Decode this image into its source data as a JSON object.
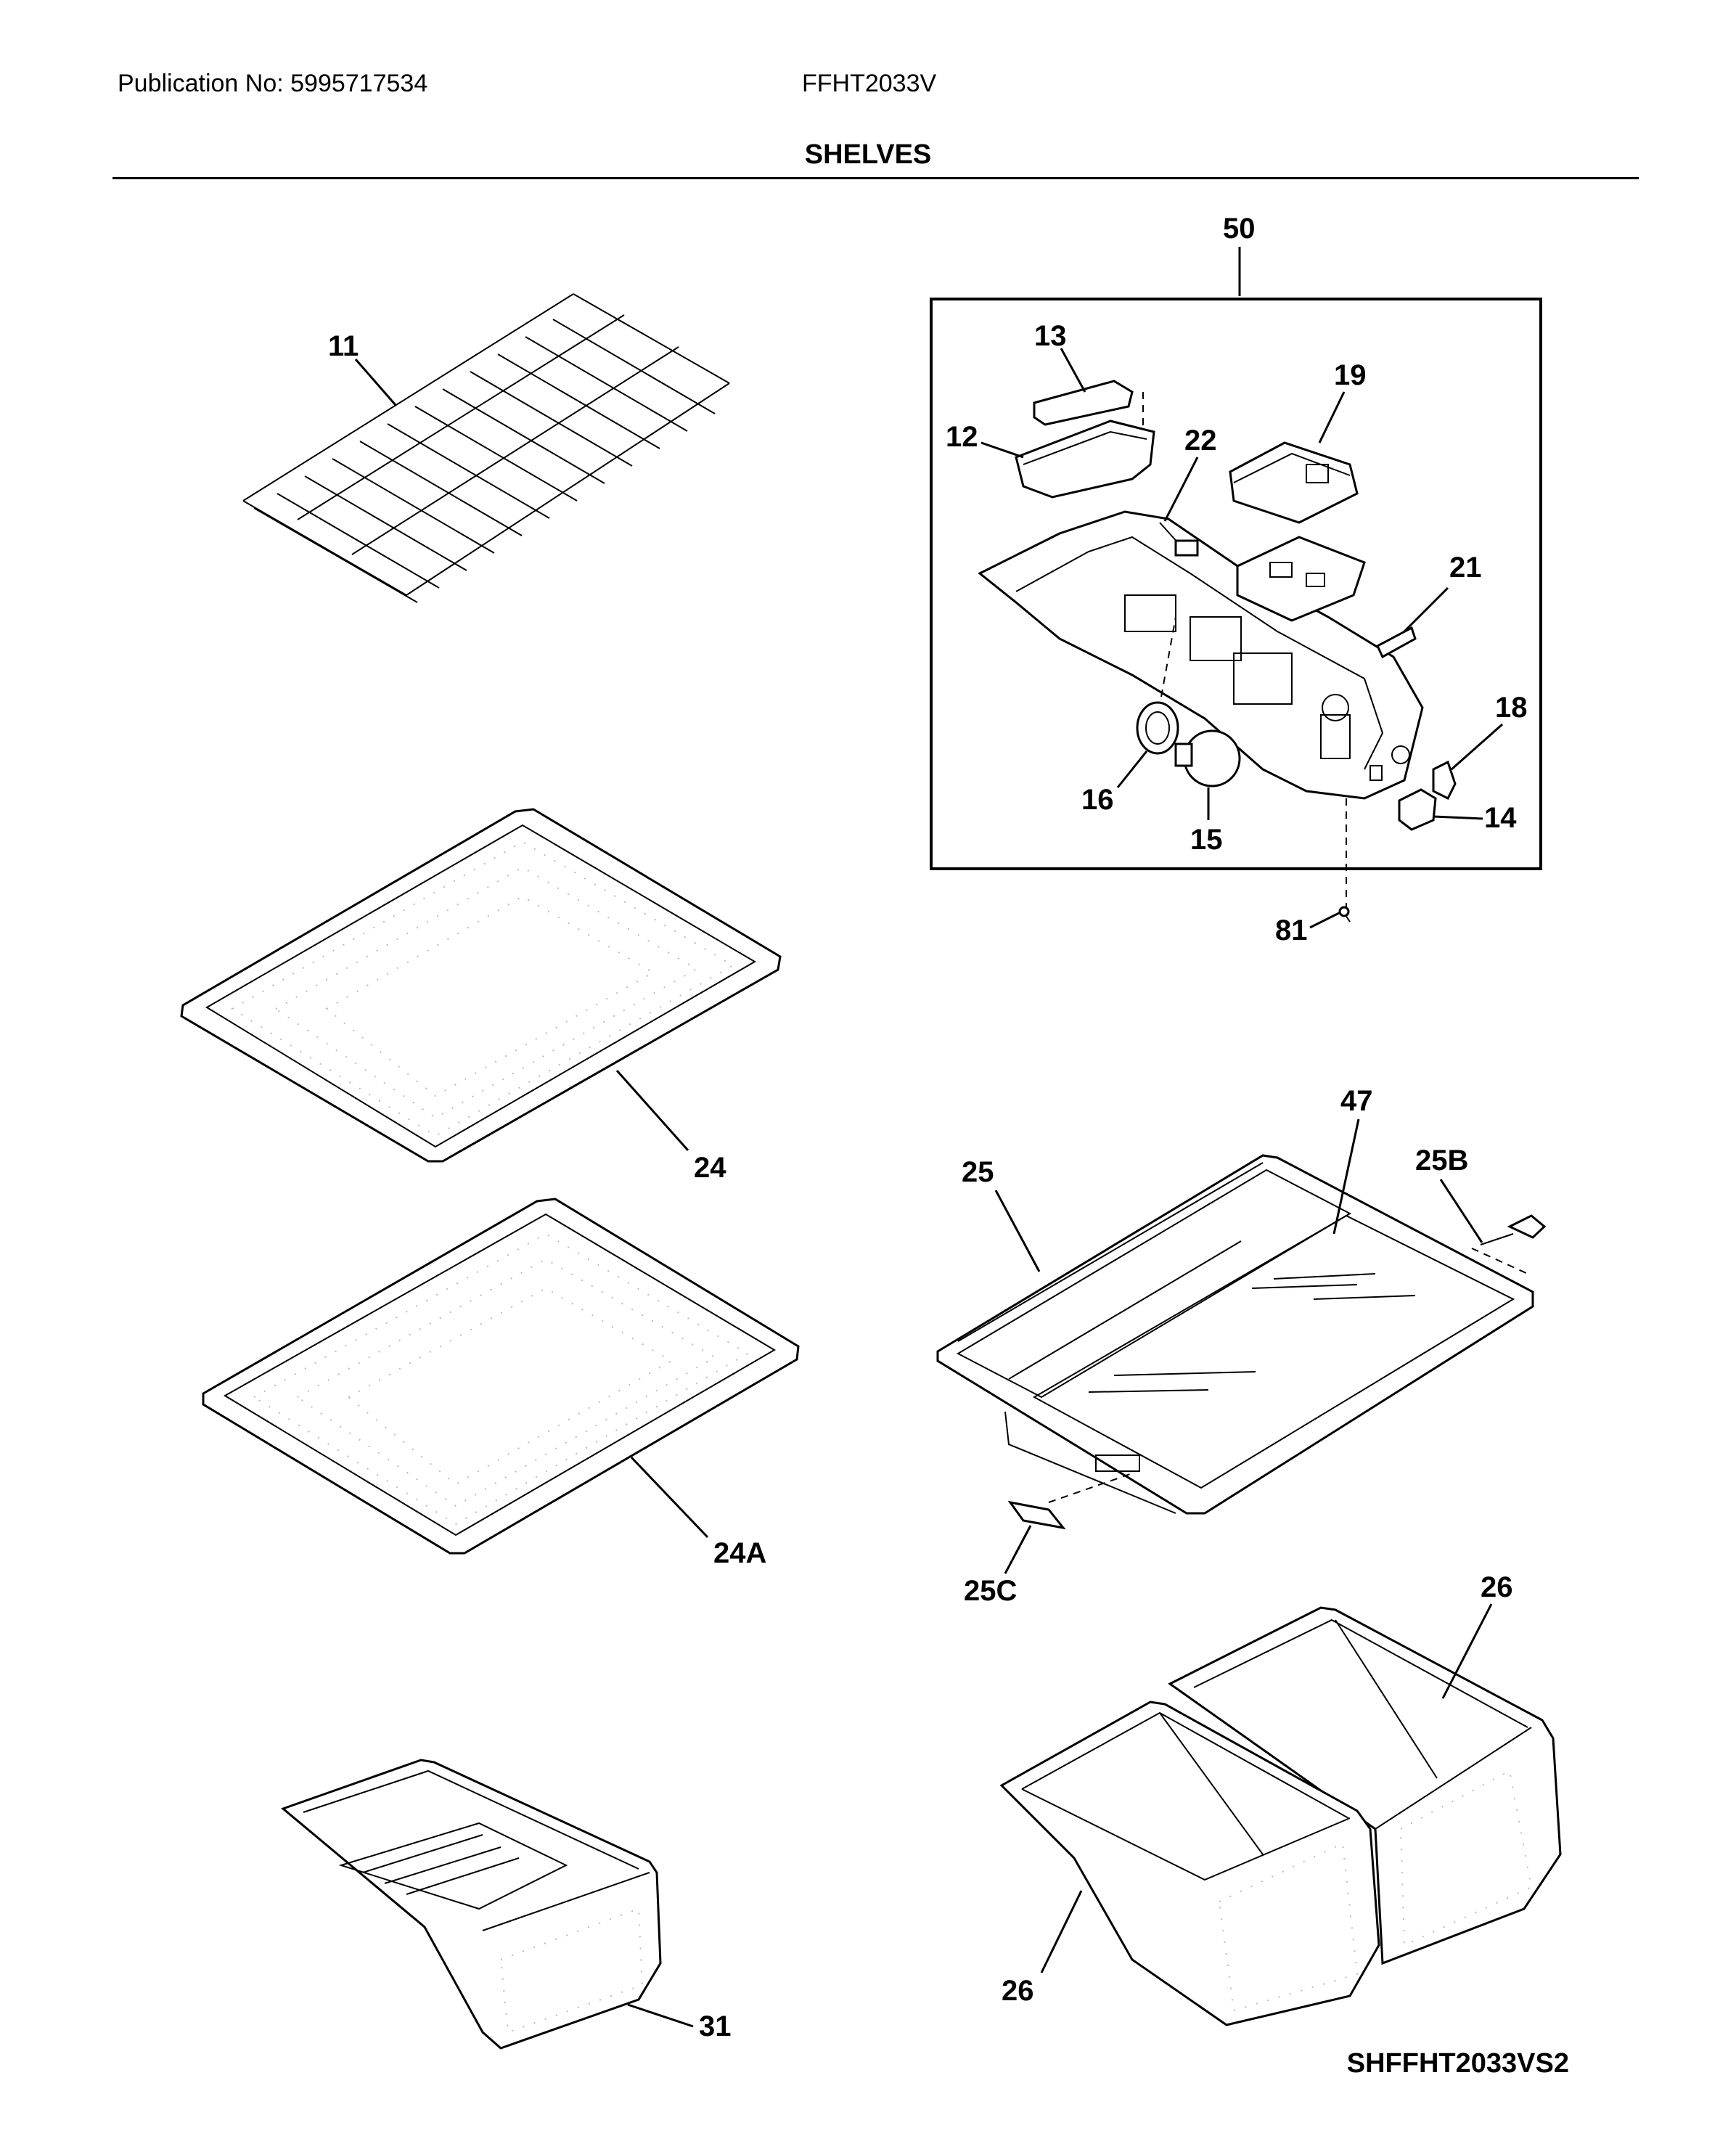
{
  "header": {
    "publication": "Publication No: 5995717534",
    "model": "FFHT2033V",
    "title": "SHELVES"
  },
  "footer": {
    "diagram_code": "SHFFHT2033VS2"
  },
  "callouts": {
    "c11": "11",
    "c50": "50",
    "c13": "13",
    "c19": "19",
    "c12": "12",
    "c22": "22",
    "c21": "21",
    "c18": "18",
    "c16": "16",
    "c14": "14",
    "c15": "15",
    "c81": "81",
    "c24": "24",
    "c24a": "24A",
    "c47": "47",
    "c25": "25",
    "c25b": "25B",
    "c25c": "25C",
    "c26top": "26",
    "c26bot": "26",
    "c31": "31"
  }
}
